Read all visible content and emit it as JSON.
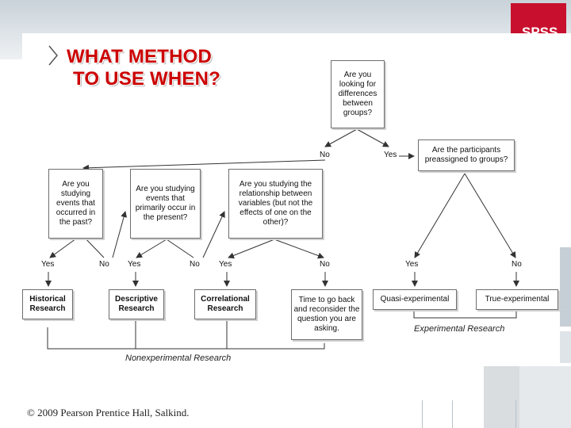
{
  "logo": {
    "text": "SPSS"
  },
  "title": {
    "line1": "WHAT METHOD",
    "line2": "TO USE WHEN?"
  },
  "boxes": {
    "q_root": "Are you looking for differences between groups?",
    "q_preassigned": "Are the participants preassigned to groups?",
    "q_past": "Are you studying events that occurred in the past?",
    "q_present": "Are you studying events that primarily occur in the present?",
    "q_relationship": "Are you studying the relationship between variables (but not the effects of one on the other)?",
    "r_historical": "Historical Research",
    "r_descriptive": "Descriptive Research",
    "r_correlational": "Correlational Research",
    "r_time": "Time to go back and reconsider the question you are asking.",
    "r_quasi": "Quasi-experimental",
    "r_true": "True-experimental"
  },
  "labels": {
    "root_no": "No",
    "root_yes": "Yes",
    "past_yes": "Yes",
    "past_no": "No",
    "present_yes": "Yes",
    "present_no": "No",
    "rel_yes": "Yes",
    "rel_no": "No",
    "pre_yes": "Yes",
    "pre_no": "No"
  },
  "brackets": {
    "experimental": "Experimental Research",
    "nonexperimental": "Nonexperimental Research"
  },
  "footer": "© 2009 Pearson Prentice Hall, Salkind."
}
